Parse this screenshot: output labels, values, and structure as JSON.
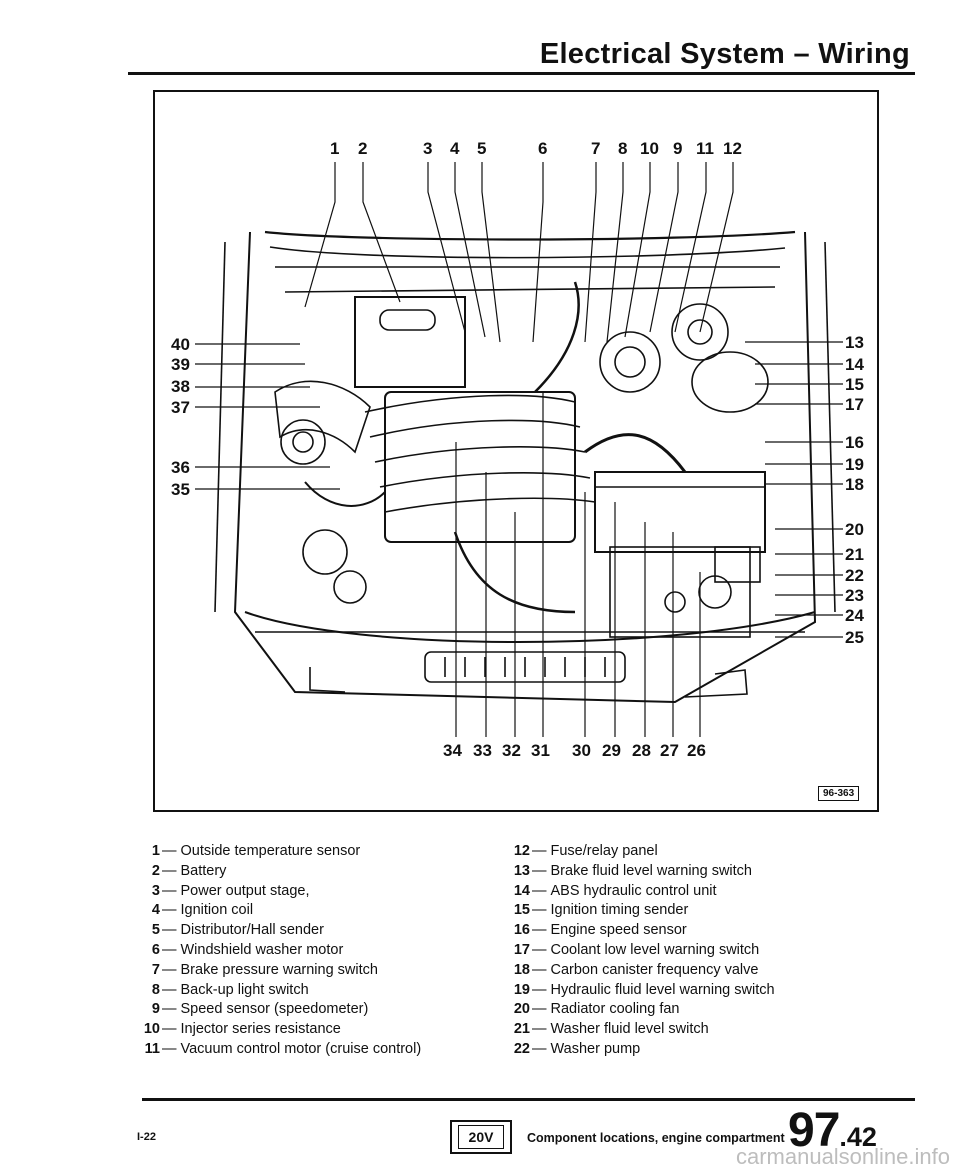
{
  "header": {
    "title": "Electrical System – Wiring"
  },
  "figure": {
    "id": "96-363",
    "callouts_top": [
      "1",
      "2",
      "3",
      "4",
      "5",
      "6",
      "7",
      "8",
      "10",
      "9",
      "11",
      "12"
    ],
    "callouts_left": [
      "40",
      "39",
      "38",
      "37",
      "36",
      "35"
    ],
    "callouts_right": [
      "13",
      "14",
      "15",
      "17",
      "16",
      "19",
      "18",
      "20",
      "21",
      "22",
      "23",
      "24",
      "25"
    ],
    "callouts_bottom": [
      "34",
      "33",
      "32",
      "31",
      "30",
      "29",
      "28",
      "27",
      "26"
    ]
  },
  "legend_left": [
    {
      "num": "1",
      "text": "Outside temperature sensor"
    },
    {
      "num": "2",
      "text": "Battery"
    },
    {
      "num": "3",
      "text": "Power output stage,"
    },
    {
      "num": "4",
      "text": "Ignition coil"
    },
    {
      "num": "5",
      "text": "Distributor/Hall sender"
    },
    {
      "num": "6",
      "text": "Windshield washer motor"
    },
    {
      "num": "7",
      "text": "Brake pressure warning switch"
    },
    {
      "num": "8",
      "text": "Back-up light switch"
    },
    {
      "num": "9",
      "text": "Speed sensor (speedometer)"
    },
    {
      "num": "10",
      "text": "Injector series resistance"
    },
    {
      "num": "11",
      "text": "Vacuum control motor (cruise control)"
    }
  ],
  "legend_right": [
    {
      "num": "12",
      "text": "Fuse/relay panel"
    },
    {
      "num": "13",
      "text": "Brake fluid level warning switch"
    },
    {
      "num": "14",
      "text": "ABS hydraulic control unit"
    },
    {
      "num": "15",
      "text": "Ignition timing sender"
    },
    {
      "num": "16",
      "text": "Engine speed sensor"
    },
    {
      "num": "17",
      "text": "Coolant low level warning switch"
    },
    {
      "num": "18",
      "text": "Carbon canister frequency valve"
    },
    {
      "num": "19",
      "text": "Hydraulic fluid level warning switch"
    },
    {
      "num": "20",
      "text": "Radiator cooling fan"
    },
    {
      "num": "21",
      "text": "Washer fluid level switch"
    },
    {
      "num": "22",
      "text": "Washer pump"
    }
  ],
  "footer": {
    "page_id": "I-22",
    "badge": "20V",
    "caption": "Component locations, engine compartment",
    "page_number_major": "97",
    "page_number_minor": ".42",
    "watermark": "carmanualsonline.info"
  }
}
